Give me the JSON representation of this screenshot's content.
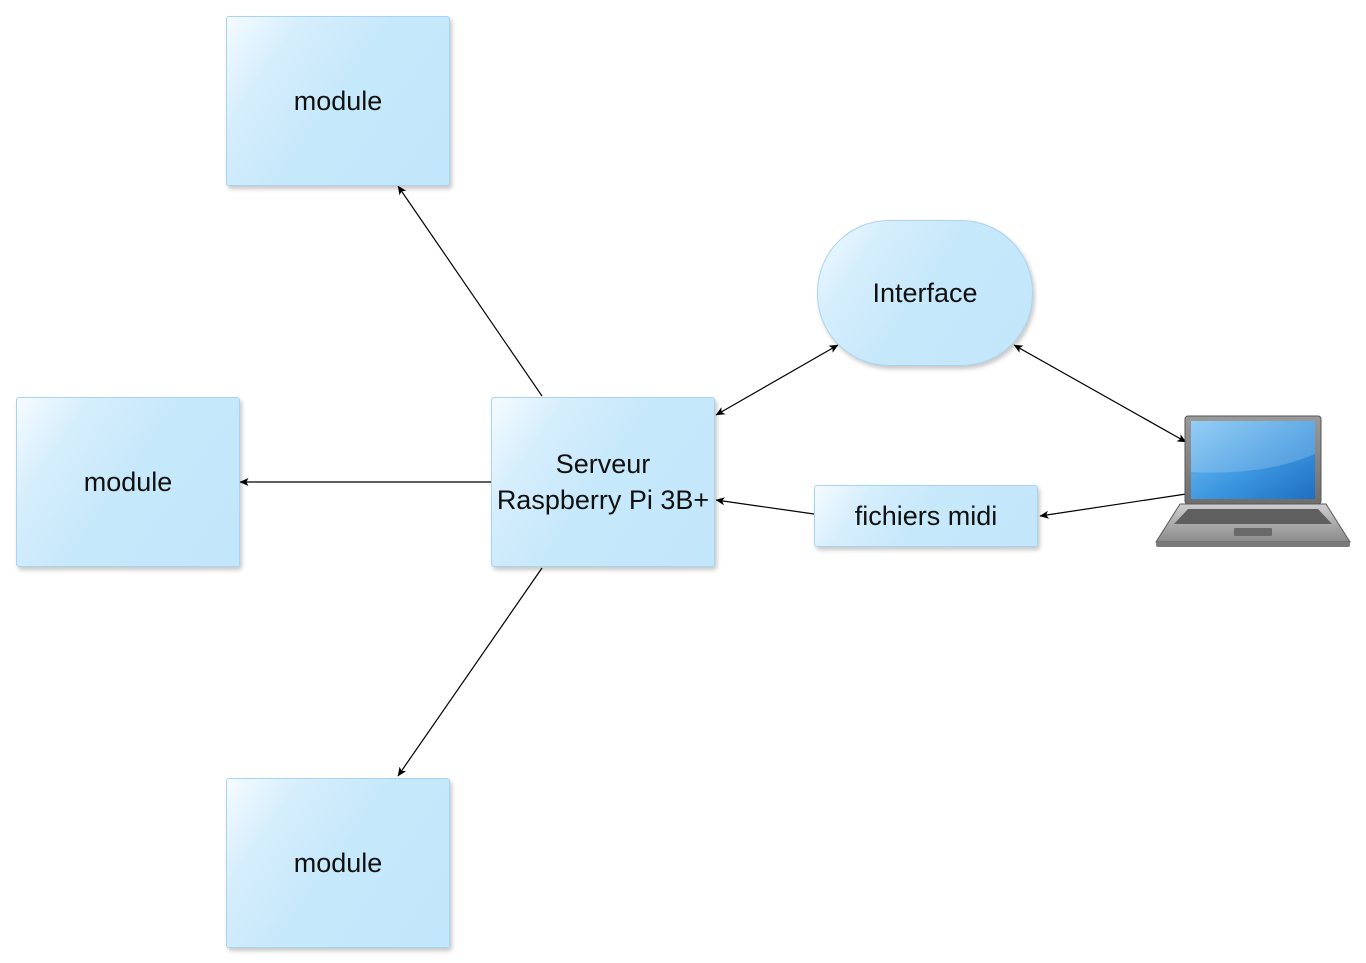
{
  "nodes": {
    "module_top": "module",
    "module_left": "module",
    "module_bottom": "module",
    "server_line1": "Serveur",
    "server_line2": "Raspberry Pi 3B+",
    "interface": "Interface",
    "midi_files": "fichiers midi"
  },
  "icons": {
    "laptop": "laptop-icon"
  },
  "colors": {
    "node_fill": "#c6e8fb",
    "node_border": "#a9d3ef",
    "edge": "#000000"
  }
}
